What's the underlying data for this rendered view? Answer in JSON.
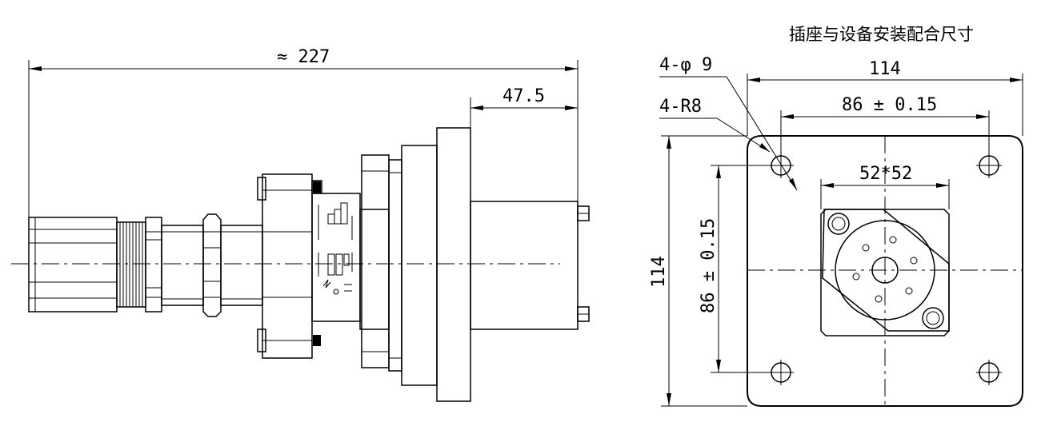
{
  "title": "插座与设备安装配合尺寸",
  "side_view": {
    "overall_length": "≈ 227",
    "flange_depth": "47.5"
  },
  "front_view": {
    "width_outer": "114",
    "hole_spacing_h": "86 ± 0.15",
    "square": "52*52",
    "height_outer": "114",
    "hole_spacing_v": "86 ± 0.15",
    "hole_callout": "4-φ 9",
    "corner_callout": "4-R8"
  }
}
